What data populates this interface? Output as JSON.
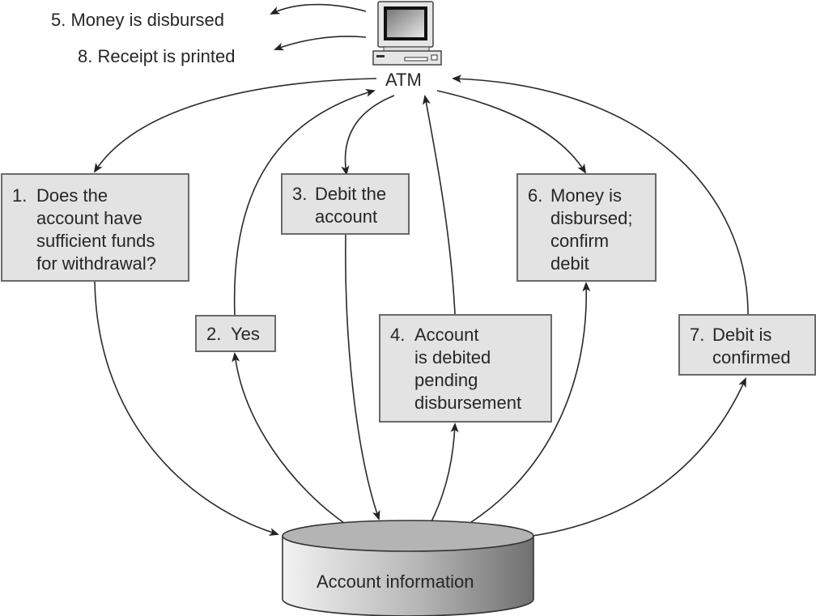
{
  "title": "ATM withdrawal transaction flow",
  "atm": {
    "label": "ATM",
    "icon": "computer-terminal-icon"
  },
  "atm_outputs": [
    {
      "label": "5. Money is disbursed"
    },
    {
      "label": "8. Receipt is printed"
    }
  ],
  "steps": [
    {
      "num": "1.",
      "text": "Does the\naccount have\nsufficient funds\nfor withdrawal?"
    },
    {
      "num": "2.",
      "text": "Yes"
    },
    {
      "num": "3.",
      "text": "Debit the\naccount"
    },
    {
      "num": "4.",
      "text": "Account\nis debited\npending\ndisbursement"
    },
    {
      "num": "6.",
      "text": "Money is\ndisbursed;\nconfirm\ndebit"
    },
    {
      "num": "7.",
      "text": "Debit is\nconfirmed"
    }
  ],
  "database": {
    "label": "Account information",
    "icon": "database-cylinder-icon"
  },
  "colors": {
    "box_fill": "#e3e3e3",
    "box_border": "#6a6a6a",
    "line": "#2a2a2a"
  }
}
